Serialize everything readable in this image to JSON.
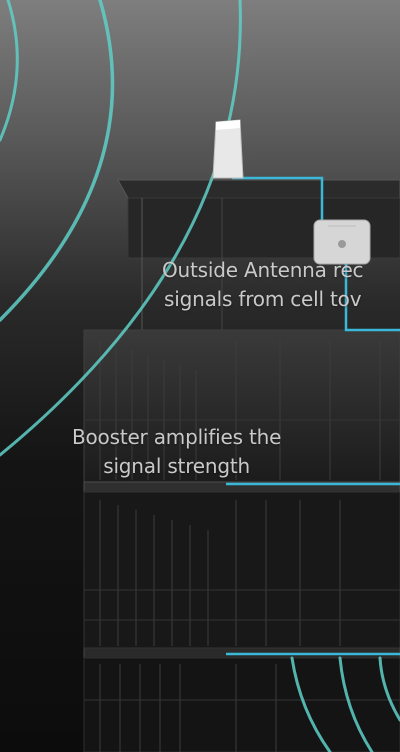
{
  "captions": {
    "antenna": [
      "Outside Antenna rec",
      "signals from cell tov"
    ],
    "booster": [
      "Booster amplifies the",
      "signal strength"
    ]
  },
  "colors": {
    "signal_wave": "#5fd0c8",
    "cable": "#3bb7d8",
    "caption_text": "#c9c9c9"
  },
  "icons": [
    "outside-antenna-icon",
    "booster-unit-icon",
    "building-illustration",
    "signal-wave"
  ]
}
